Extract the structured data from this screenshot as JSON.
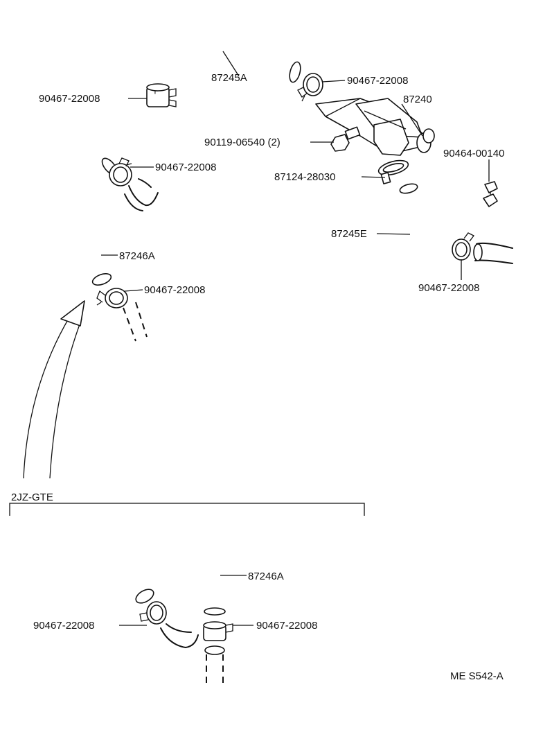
{
  "labels": {
    "hose_top": "87245A",
    "hose_left": "87246A",
    "hose_right": "87245E",
    "hose_bottom": "87246A",
    "valve": "87240",
    "bolt": "90119-06540 (2)",
    "clip": "90464-00140",
    "clamp_band": "87124-28030",
    "clamp_top_left": "90467-22008",
    "clamp_top_right": "90467-22008",
    "clamp_left_upper": "90467-22008",
    "clamp_left_lower": "90467-22008",
    "clamp_right": "90467-22008",
    "clamp_bottom_left": "90467-22008",
    "clamp_bottom_right": "90467-22008"
  },
  "section_title": "2JZ-GTE",
  "figure_code": "ME S542-A"
}
